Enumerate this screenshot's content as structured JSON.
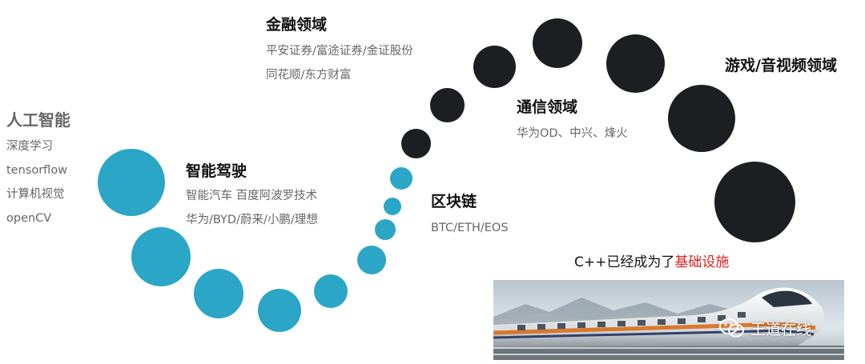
{
  "sections": {
    "ai": {
      "title": "人工智能",
      "items": [
        "深度学习",
        "tensorflow",
        "计算机视觉",
        "openCV"
      ]
    },
    "autonomous": {
      "title": "智能驾驶",
      "items": [
        "智能汽车 百度阿波罗技术",
        "华为/BYD/蔚来/小鹏/理想"
      ]
    },
    "finance": {
      "title": "金融领域",
      "items": [
        "平安证券/富途证券/金证股份",
        "同花顺/东方财富"
      ]
    },
    "blockchain": {
      "title": "区块链",
      "items": [
        "BTC/ETH/EOS"
      ]
    },
    "telecom": {
      "title": "通信领域",
      "items": [
        "华为OD、中兴、烽火"
      ]
    },
    "gaming": {
      "title": "游戏/音视频领域"
    }
  },
  "caption": {
    "prefix": "C++已经成为了",
    "highlight": "基础设施"
  },
  "watermark": {
    "text": "王道在线",
    "icon": "wechat-icon"
  },
  "colors": {
    "blue_dot": "#2ba6c6",
    "dark_dot": "#1d1e22",
    "highlight": "#e02020"
  }
}
